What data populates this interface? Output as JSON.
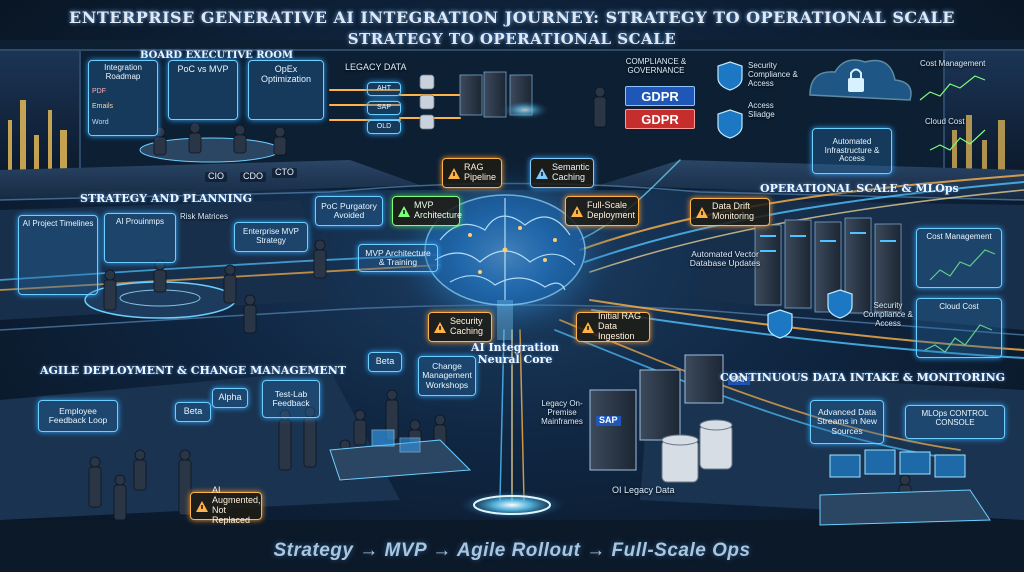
{
  "title": {
    "line1": "ENTERPRISE GENERATIVE AI INTEGRATION JOURNEY: STRATEGY TO OPERATIONAL SCALE",
    "line2": "STRATEGY TO OPERATIONAL SCALE"
  },
  "board_room": {
    "heading": "BOARD EXECUTIVE ROOM",
    "integration_roadmap": "Integration Roadmap",
    "roadmap_items": [
      "PDF",
      "Emails",
      "Word"
    ],
    "poc_vs_mvp": "PoC vs MVP",
    "opex": "OpEx Optimization",
    "roles": [
      "CIO",
      "CDO",
      "CTO"
    ]
  },
  "legacy_data": {
    "heading": "LEGACY DATA",
    "nodes": [
      "AHT",
      "SAP",
      "OLD"
    ]
  },
  "compliance": {
    "heading": "COMPLIANCE & GOVERNANCE",
    "badges": [
      "GDPR",
      "GDPR"
    ]
  },
  "security_top": {
    "security": "Security Compliance & Access",
    "access": "Access Sliadge",
    "infra": "Automated Infrastructure & Access",
    "cost": "Cost Management",
    "cloud": "Cloud Cost"
  },
  "strategy": {
    "heading": "STRATEGY AND PLANNING",
    "timelines": "AI Project Timelines",
    "programs": "AI Prouinmps",
    "risk": "Risk Matrices",
    "enterprise_mvp": "Enterprise MVP Strategy"
  },
  "core_callouts": {
    "rag_pipeline": "RAG Pipeline",
    "semantic_caching": "Semantic Caching",
    "poc_purgatory": "PoC Purgatory Avoided",
    "mvp_arch": "MVP Architecture",
    "full_scale": "Full-Scale Deployment",
    "mvp_training": "MVP Architecture & Training",
    "security_caching": "Security Caching",
    "initial_rag": "Initial RAG Data Ingestion",
    "neural_core": "AI Integration Neural Core"
  },
  "operational": {
    "heading": "OPERATIONAL SCALE & MLOps",
    "data_drift": "Data Drift Monitoring",
    "vector_db": "Automated Vector Database Updates",
    "cost": "Cost Management",
    "security": "Security Compliance & Access",
    "cloud": "Cloud Cost"
  },
  "agile": {
    "heading": "AGILE DEPLOYMENT & CHANGE MANAGEMENT",
    "feedback_loop": "Employee Feedback Loop",
    "beta_left": "Beta",
    "alpha": "Alpha",
    "test_lab": "Test-Lab Feedback",
    "beta_center": "Beta",
    "workshops": "Change Management Workshops",
    "augmented": "AI Augmented, Not Replaced"
  },
  "legacy_bottom": {
    "mainframes": "Legacy On-Premise Mainframes",
    "sap": "SAP",
    "sap_small": "SAP",
    "legacy_data": "OI Legacy Data"
  },
  "continuous": {
    "heading": "CONTINUOUS DATA INTAKE & MONITORING",
    "streams": "Advanced Data Streams in New Sources",
    "console": "MLOps CONTROL CONSOLE"
  },
  "footer": "Strategy → MVP → Agile Rollout → Full-Scale Ops",
  "colors": {
    "accent": "#4fc3ff",
    "callout": "#ffb347",
    "green": "#7dff7a",
    "gdpr_blue": "#1f57b8",
    "gdpr_red": "#c62d2d"
  }
}
